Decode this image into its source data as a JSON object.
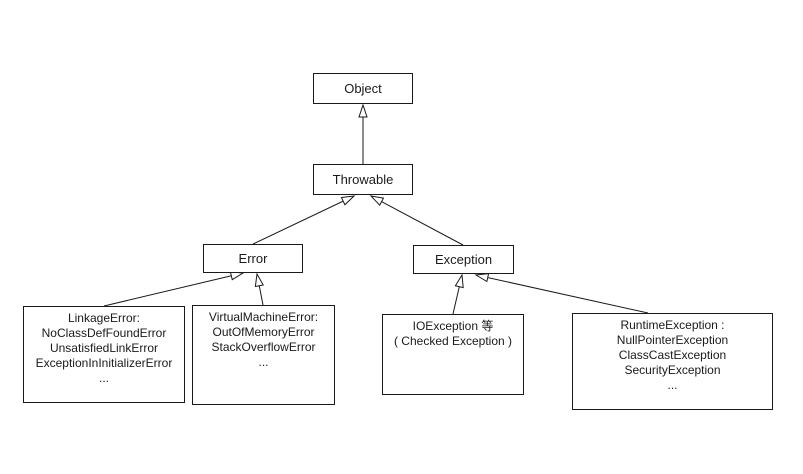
{
  "diagram": {
    "type": "class-inheritance-hierarchy",
    "background_color": "#ffffff",
    "line_color": "#1a1a1a",
    "arrow_style": "hollow-triangle-generalization"
  },
  "nodes": {
    "object": {
      "label": "Object"
    },
    "throwable": {
      "label": "Throwable"
    },
    "error": {
      "label": "Error"
    },
    "exception": {
      "label": "Exception"
    },
    "linkage_error": {
      "lines": [
        "LinkageError:",
        "NoClassDefFoundError",
        "UnsatisfiedLinkError",
        "ExceptionInInitializerError",
        "..."
      ]
    },
    "virtual_machine_error": {
      "lines": [
        "VirtualMachineError:",
        "OutOfMemoryError",
        "StackOverflowError",
        "..."
      ]
    },
    "io_exception": {
      "lines": [
        "IOException 等",
        "( Checked Exception )"
      ]
    },
    "runtime_exception": {
      "lines": [
        "RuntimeException :",
        "NullPointerException",
        "ClassCastException",
        "SecurityException",
        "..."
      ]
    }
  },
  "edges": [
    {
      "from": "Throwable",
      "to": "Object",
      "relation": "extends"
    },
    {
      "from": "Error",
      "to": "Throwable",
      "relation": "extends"
    },
    {
      "from": "Exception",
      "to": "Throwable",
      "relation": "extends"
    },
    {
      "from": "LinkageError",
      "to": "Error",
      "relation": "extends"
    },
    {
      "from": "VirtualMachineError",
      "to": "Error",
      "relation": "extends"
    },
    {
      "from": "IOException",
      "to": "Exception",
      "relation": "extends"
    },
    {
      "from": "RuntimeException",
      "to": "Exception",
      "relation": "extends"
    }
  ]
}
